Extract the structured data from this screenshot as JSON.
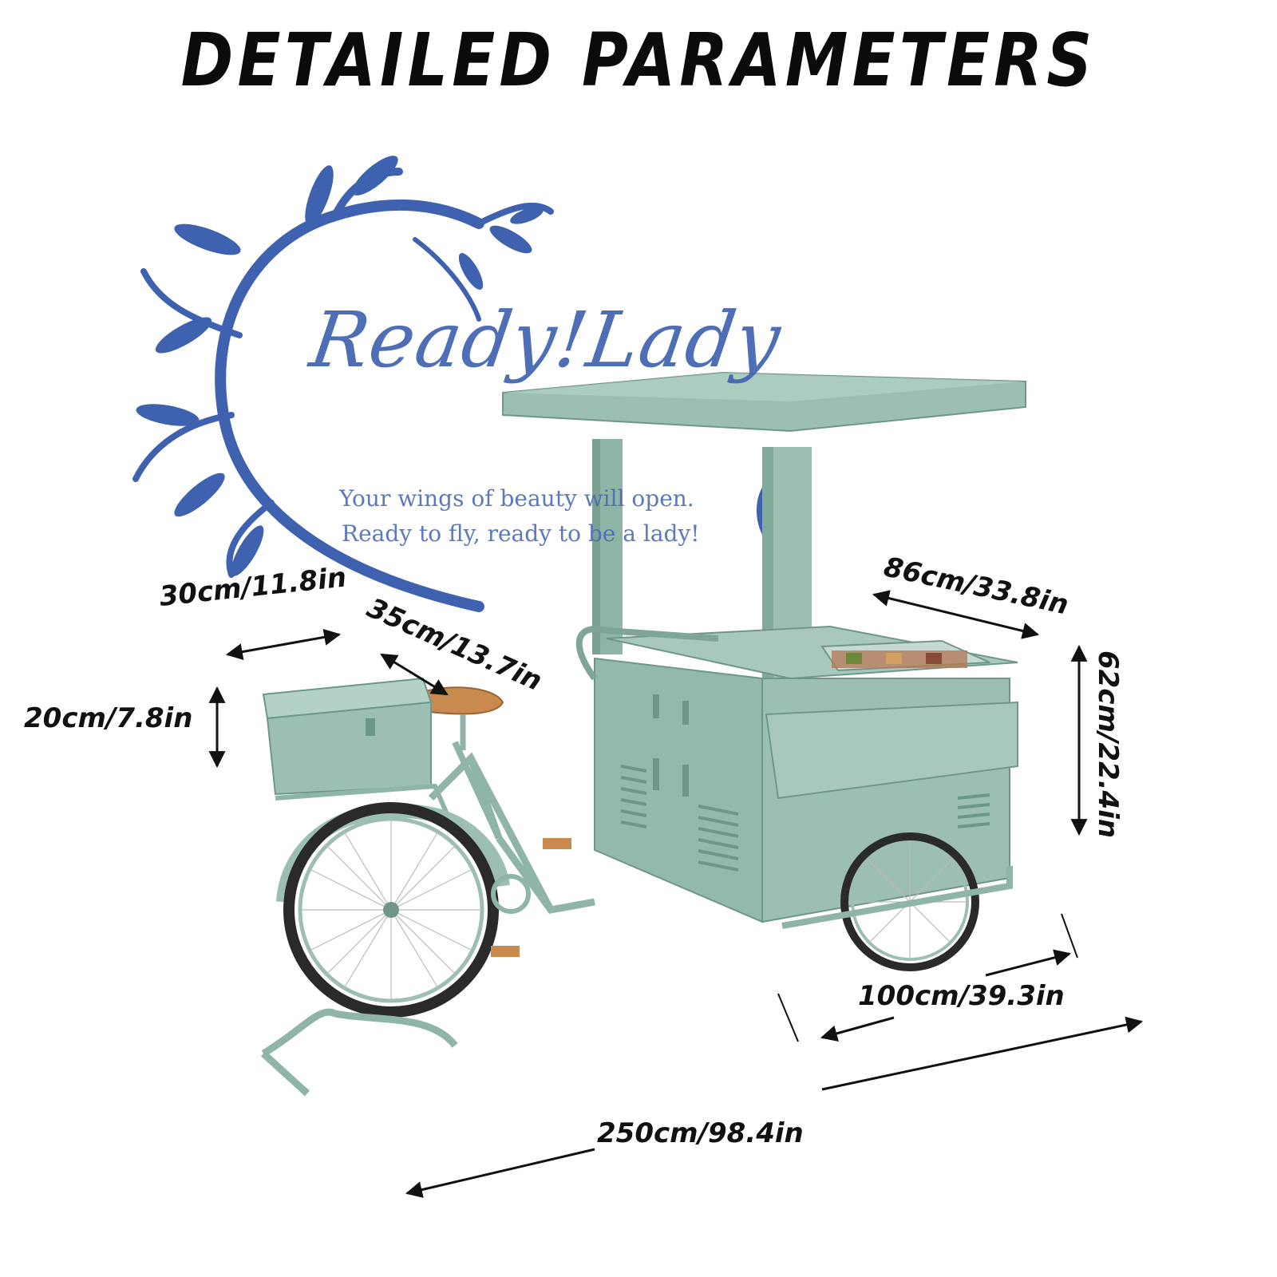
{
  "title": "DETAILED PARAMETERS",
  "watermark": {
    "brand": "Ready!Lady",
    "line1": "Your wings of beauty will open.",
    "line2": "Ready to fly, ready to be a lady!",
    "color": "#3f62b0"
  },
  "dimensions": {
    "box_width": "30cm/11.8in",
    "seat_depth": "35cm/13.7in",
    "box_height": "20cm/7.8in",
    "cart_depth": "86cm/33.8in",
    "cart_height": "62cm/22.4in",
    "cart_width": "100cm/39.3in",
    "total_length": "250cm/98.4in"
  },
  "colors": {
    "cart": "#9cbfb2",
    "cart_dark": "#6e978a",
    "cart_shadow": "#83a99b",
    "seat": "#c98a4e",
    "tire": "#2a2a2a",
    "arrow": "#111111"
  }
}
